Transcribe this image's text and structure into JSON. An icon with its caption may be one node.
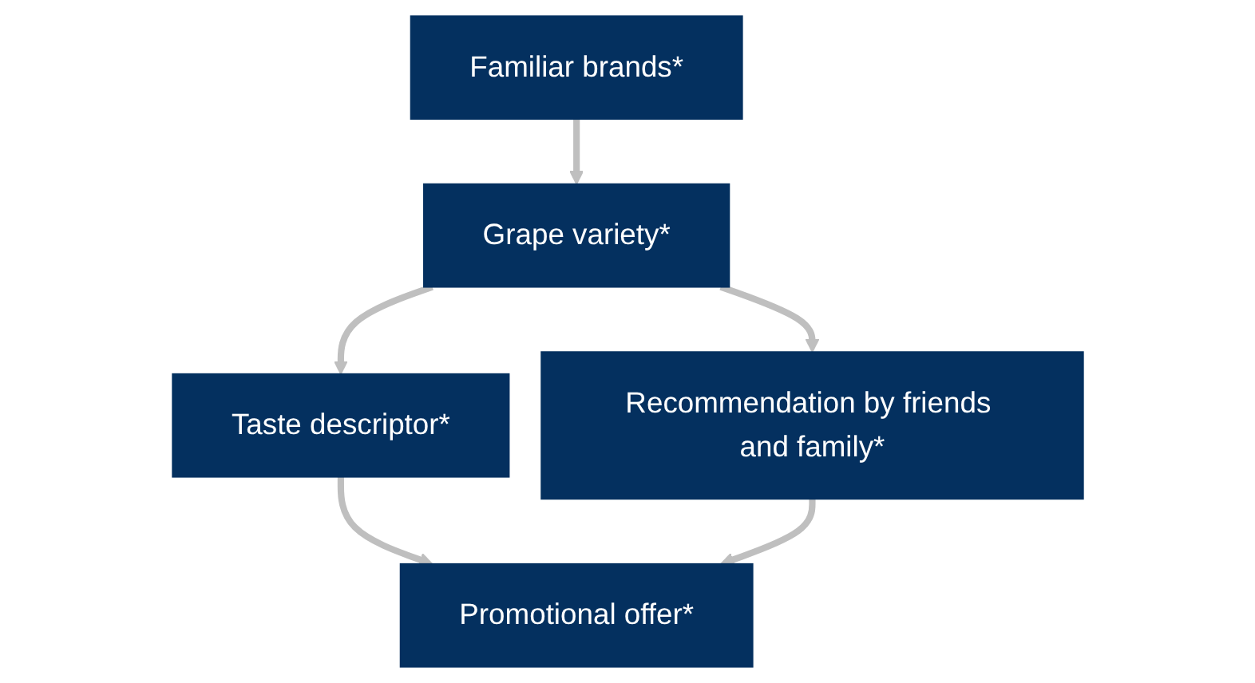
{
  "diagram": {
    "nodes": [
      {
        "text": [
          "Familiar brands*"
        ]
      },
      {
        "text": [
          "Grape variety*"
        ]
      },
      {
        "text": [
          "Taste descriptor*"
        ]
      },
      {
        "text": [
          "Recommendation by friends and family*"
        ]
      },
      {
        "text": [
          "Promotional offer*"
        ]
      }
    ],
    "edges": [
      {
        "from": 0,
        "to": 1,
        "arrow": "to"
      },
      {
        "from": 1,
        "to": 2,
        "arrow": "to"
      },
      {
        "from": 1,
        "to": 3,
        "arrow": "to"
      },
      {
        "from": 2,
        "to": 4,
        "arrow": "to"
      },
      {
        "from": 3,
        "to": 4,
        "arrow": "to"
      }
    ]
  }
}
